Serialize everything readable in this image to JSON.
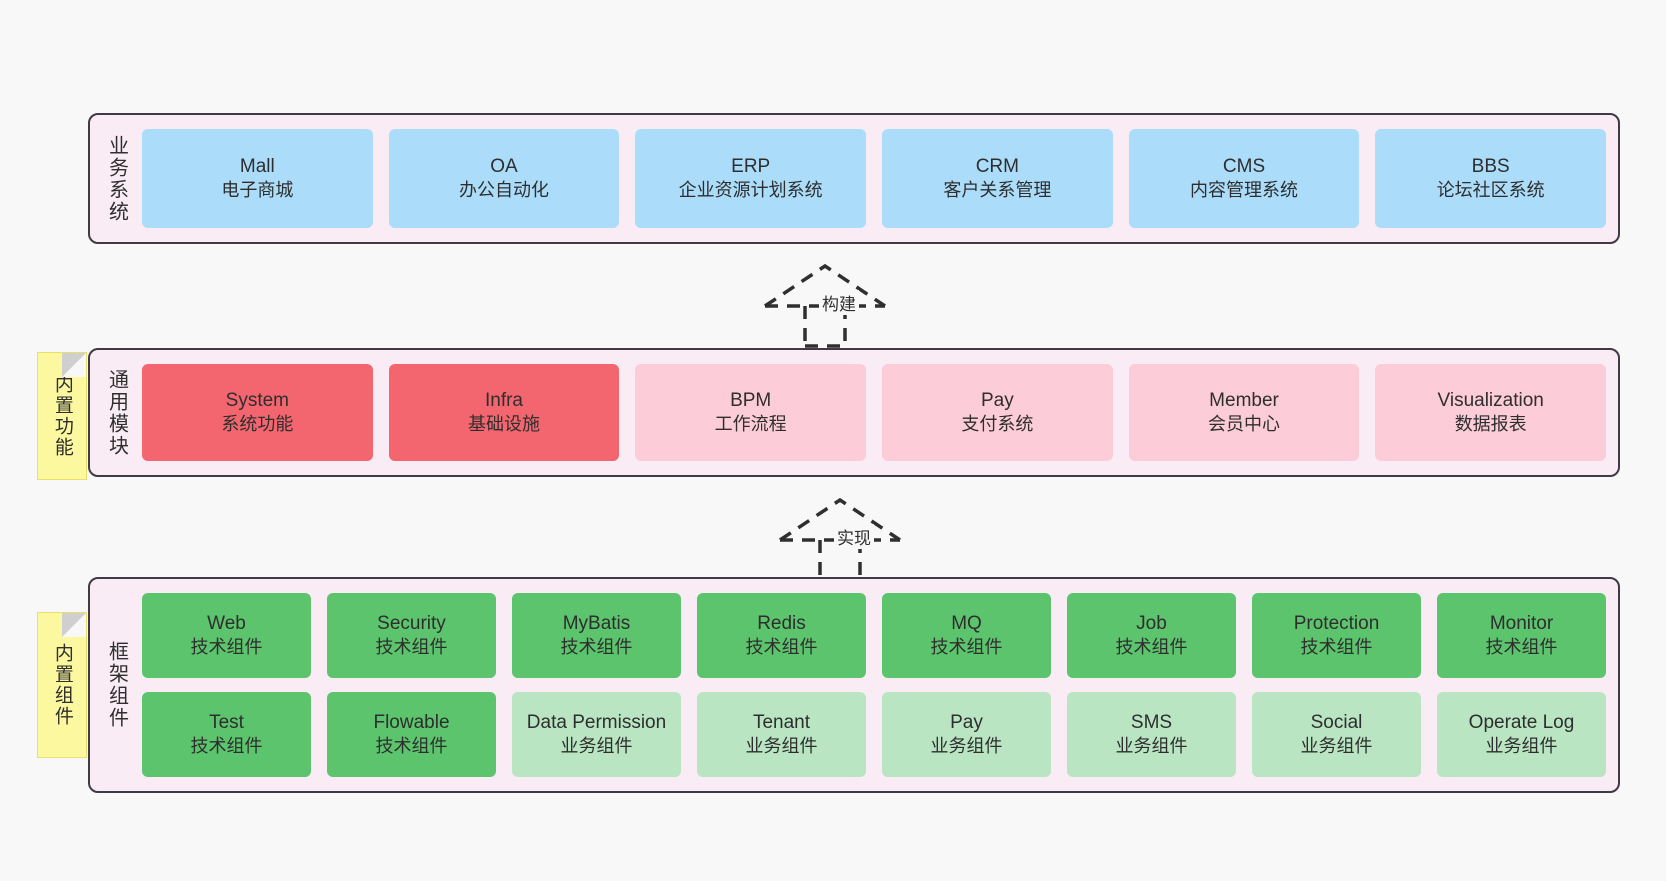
{
  "layers": [
    {
      "id": "business",
      "label": "业务系统",
      "rows": [
        {
          "cards": [
            {
              "title": "Mall",
              "subtitle": "电子商城",
              "color": "c-blue"
            },
            {
              "title": "OA",
              "subtitle": "办公自动化",
              "color": "c-blue"
            },
            {
              "title": "ERP",
              "subtitle": "企业资源计划系统",
              "color": "c-blue"
            },
            {
              "title": "CRM",
              "subtitle": "客户关系管理",
              "color": "c-blue"
            },
            {
              "title": "CMS",
              "subtitle": "内容管理系统",
              "color": "c-blue"
            },
            {
              "title": "BBS",
              "subtitle": "论坛社区系统",
              "color": "c-blue"
            }
          ]
        }
      ]
    },
    {
      "id": "common",
      "label": "通用模块",
      "rows": [
        {
          "cards": [
            {
              "title": "System",
              "subtitle": "系统功能",
              "color": "c-red"
            },
            {
              "title": "Infra",
              "subtitle": "基础设施",
              "color": "c-red"
            },
            {
              "title": "BPM",
              "subtitle": "工作流程",
              "color": "c-pink"
            },
            {
              "title": "Pay",
              "subtitle": "支付系统",
              "color": "c-pink"
            },
            {
              "title": "Member",
              "subtitle": "会员中心",
              "color": "c-pink"
            },
            {
              "title": "Visualization",
              "subtitle": "数据报表",
              "color": "c-pink"
            }
          ]
        }
      ]
    },
    {
      "id": "framework",
      "label": "框架组件",
      "rows": [
        {
          "cards": [
            {
              "title": "Web",
              "subtitle": "技术组件",
              "color": "c-green"
            },
            {
              "title": "Security",
              "subtitle": "技术组件",
              "color": "c-green"
            },
            {
              "title": "MyBatis",
              "subtitle": "技术组件",
              "color": "c-green"
            },
            {
              "title": "Redis",
              "subtitle": "技术组件",
              "color": "c-green"
            },
            {
              "title": "MQ",
              "subtitle": "技术组件",
              "color": "c-green"
            },
            {
              "title": "Job",
              "subtitle": "技术组件",
              "color": "c-green"
            },
            {
              "title": "Protection",
              "subtitle": "技术组件",
              "color": "c-green"
            },
            {
              "title": "Monitor",
              "subtitle": "技术组件",
              "color": "c-green"
            }
          ]
        },
        {
          "cards": [
            {
              "title": "Test",
              "subtitle": "技术组件",
              "color": "c-green"
            },
            {
              "title": "Flowable",
              "subtitle": "技术组件",
              "color": "c-green"
            },
            {
              "title": "Data Permission",
              "subtitle": "业务组件",
              "color": "c-lgreen"
            },
            {
              "title": "Tenant",
              "subtitle": "业务组件",
              "color": "c-lgreen"
            },
            {
              "title": "Pay",
              "subtitle": "业务组件",
              "color": "c-lgreen"
            },
            {
              "title": "SMS",
              "subtitle": "业务组件",
              "color": "c-lgreen"
            },
            {
              "title": "Social",
              "subtitle": "业务组件",
              "color": "c-lgreen"
            },
            {
              "title": "Operate Log",
              "subtitle": "业务组件",
              "color": "c-lgreen"
            }
          ]
        }
      ]
    }
  ],
  "sticky_notes": [
    {
      "id": "common",
      "label": "内置功能"
    },
    {
      "id": "framework",
      "label": "内置组件"
    }
  ],
  "connectors": [
    {
      "id": "build",
      "label": "构建"
    },
    {
      "id": "impl",
      "label": "实现"
    }
  ],
  "colors": {
    "panel_bg": "#f9ecf5",
    "panel_border": "#3f3a44",
    "business_card": "#abddfb",
    "common_primary": "#f4666f",
    "common_secondary": "#fccdd8",
    "framework_tech": "#5cc46d",
    "framework_business": "#b9e5c3",
    "sticky": "#fbf8a0",
    "page_bg": "#f8f8f8"
  }
}
